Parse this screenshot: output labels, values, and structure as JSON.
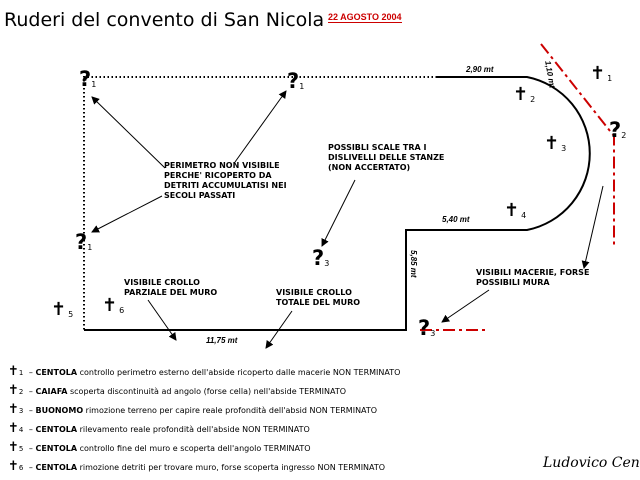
{
  "header": {
    "title": "Ruderi del convento di San Nicola",
    "date": "22 AGOSTO 2004"
  },
  "measurements": {
    "top": "2,90 mt",
    "diag": "1,10 mt",
    "mid": "5,40 mt",
    "vert": "5,85 mt",
    "bottom": "11,75 mt"
  },
  "question_marks": [
    {
      "symbol": "?",
      "num": "1"
    },
    {
      "symbol": "?",
      "num": "1"
    },
    {
      "symbol": "?",
      "num": "1"
    },
    {
      "symbol": "?",
      "num": "2"
    },
    {
      "symbol": "?",
      "num": "3"
    },
    {
      "symbol": "?",
      "num": "3"
    }
  ],
  "crosses": [
    {
      "symbol": "✝",
      "num": "1"
    },
    {
      "symbol": "✝",
      "num": "2"
    },
    {
      "symbol": "✝",
      "num": "3"
    },
    {
      "symbol": "✝",
      "num": "4"
    },
    {
      "symbol": "✝",
      "num": "5"
    },
    {
      "symbol": "✝",
      "num": "6"
    }
  ],
  "annotations": {
    "perimeter": "PERIMETRO NON VISIBILE\nPERCHE' RICOPERTO DA\nDETRITI ACCUMULATISI NEI\nSECOLI PASSATI",
    "stairs": "POSSIBLI SCALE TRA I\nDISLIVELLI DELLE STANZE\n(NON ACCERTATO)",
    "partial_collapse": "VISIBILE CROLLO\nPARZIALE DEL MURO",
    "total_collapse": "VISIBILE CROLLO\nTOTALE DEL MURO",
    "rubble": "VISIBILI MACERIE, FORSE\nPOSSIBILI MURA"
  },
  "legend": [
    {
      "symbol": "✝",
      "num": "1",
      "name": "CENTOLA",
      "text": "controllo perimetro esterno dell'abside ricoperto dalle macerie NON TERMINATO"
    },
    {
      "symbol": "✝",
      "num": "2",
      "name": "CAIAFA",
      "text": "scoperta discontinuità ad angolo (forse cella) nell'abside TERMINATO"
    },
    {
      "symbol": "✝",
      "num": "3",
      "name": "BUONOMO",
      "text": "rimozione terreno per capire reale profondità dell'absid   NON TERMINATO"
    },
    {
      "symbol": "✝",
      "num": "4",
      "name": "CENTOLA",
      "text": "rilevamento reale profondità dell'abside NON TERMINATO"
    },
    {
      "symbol": "✝",
      "num": "5",
      "name": "CENTOLA",
      "text": "controllo fine del muro e scoperta dell'angolo TERMINATO"
    },
    {
      "symbol": "✝",
      "num": "6",
      "name": "CENTOLA",
      "text": "rimozione detriti per trovare muro, forse scoperta ingresso NON TERMINATO"
    }
  ],
  "signature": "Ludovico Centola",
  "colors": {
    "red": "#cc0000",
    "ink": "#000000"
  }
}
